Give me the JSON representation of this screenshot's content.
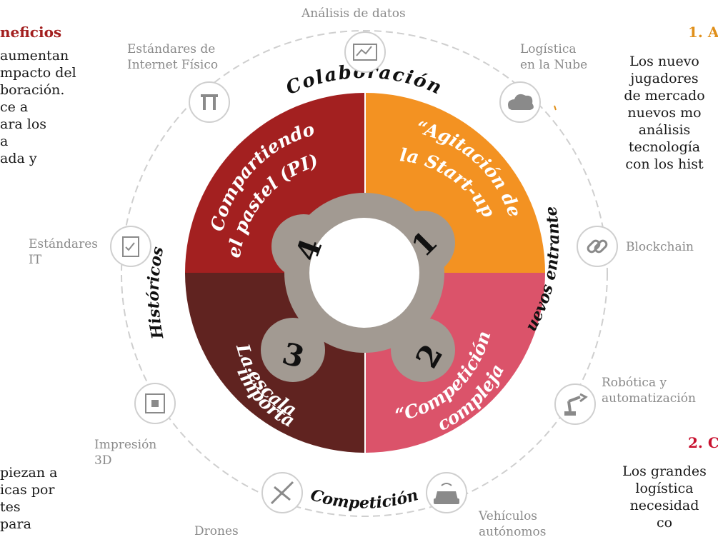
{
  "left_panel": {
    "heading": "neficios",
    "top_lines": [
      "aumentan",
      "mpacto del",
      "boración.",
      "ce a",
      "ara los",
      "a",
      "ada y"
    ],
    "bottom_lines": [
      "piezan a",
      "icas por",
      "tes",
      "para"
    ]
  },
  "right_panel": {
    "section1_heading": "1. A",
    "section1_lines": [
      "Los nuevo",
      "jugadores",
      "de mercado",
      "nuevos mo",
      "análisis",
      "tecnología",
      "con los hist"
    ],
    "section2_heading": "2. C",
    "section2_lines": [
      "Los grandes",
      "logística",
      "necesidad",
      "co"
    ]
  },
  "outer_ring": {
    "arc_labels": {
      "top": "Colaboración",
      "bottom": "Competición",
      "left": "Históricos",
      "right": "Nuevos entrantes"
    },
    "technologies": [
      {
        "label": "Análisis de datos",
        "icon": "data-analysis-icon"
      },
      {
        "label": "Logística\nen la Nube",
        "icon": "cloud-icon"
      },
      {
        "label": "Blockchain",
        "icon": "chain-link-icon"
      },
      {
        "label": "Robótica y\nautomatización",
        "icon": "robot-arm-icon"
      },
      {
        "label": "Vehículos\nautónomos",
        "icon": "autonomous-car-icon"
      },
      {
        "label": "Drones",
        "icon": "drone-icon"
      },
      {
        "label": "Impresión\n3D",
        "icon": "3d-printer-icon"
      },
      {
        "label": "Estándares\nIT",
        "icon": "clipboard-icon"
      },
      {
        "label": "Estándares de\nInternet Físico",
        "icon": "pi-symbol-icon"
      }
    ]
  },
  "quadrants": [
    {
      "number": "1",
      "title_line1": "“Agitación de",
      "title_line2": "la Start-up",
      "color": "#F39222"
    },
    {
      "number": "2",
      "title_line1": "“Competición",
      "title_line2": "compleja",
      "color": "#DB536A"
    },
    {
      "number": "3",
      "title_line1": "La escala",
      "title_line2": "importa",
      "color": "#602320"
    },
    {
      "number": "4",
      "title_line1": "Compartiendo",
      "title_line2": "el pastel (PI)",
      "color": "#A32020"
    }
  ],
  "colors": {
    "center_ring": "#A29A92",
    "ring_line": "#cfcfcf",
    "icon_stroke": "#8a8a8a",
    "accent_red": "#A32020",
    "accent_orange": "#E0901B",
    "accent_red_heading": "#C8102E"
  }
}
